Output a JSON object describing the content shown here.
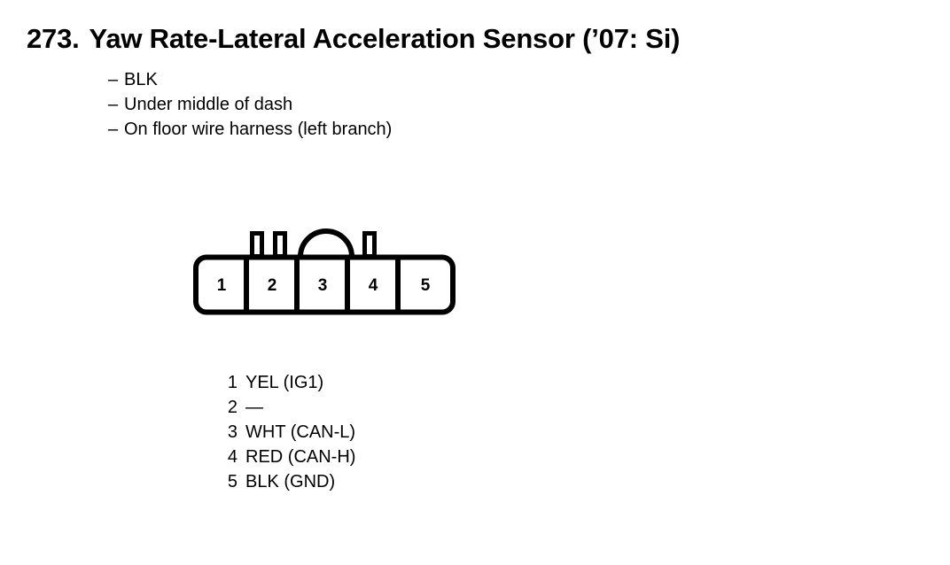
{
  "heading": {
    "number": "273.",
    "title": "Yaw Rate-Lateral Acceleration Sensor (’07: Si)"
  },
  "notes": {
    "dash": "–",
    "items": [
      "BLK",
      "Under middle of dash",
      "On floor wire harness (left branch)"
    ]
  },
  "connector": {
    "cavities": [
      {
        "number": "1"
      },
      {
        "number": "2"
      },
      {
        "number": "3"
      },
      {
        "number": "4"
      },
      {
        "number": "5"
      }
    ]
  },
  "legend": {
    "rows": [
      {
        "pin": "1",
        "wire": "YEL (IG1)"
      },
      {
        "pin": "2",
        "wire": "—"
      },
      {
        "pin": "3",
        "wire": "WHT (CAN-L)"
      },
      {
        "pin": "4",
        "wire": "RED (CAN-H)"
      },
      {
        "pin": "5",
        "wire": "BLK (GND)"
      }
    ]
  },
  "colors": {
    "ink": "#000000",
    "paper": "#ffffff"
  }
}
